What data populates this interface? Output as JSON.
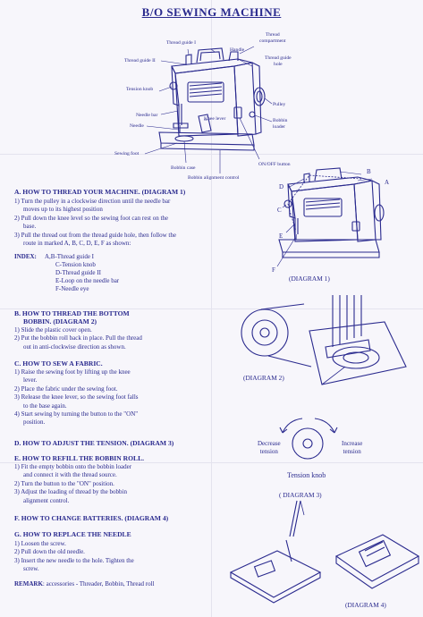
{
  "title": "B/O SEWING MACHINE",
  "diagram_top": {
    "labels": {
      "thread_guide_1": "Thread guide I",
      "handle": "Handle",
      "thread_compartment": "Thread\ncompartment",
      "thread_guide_2": "Thread guide II",
      "thread_guide_hole": "Thread guide\nhole",
      "tension_knob": "Tension knob",
      "pulley": "Pulley",
      "needle_bar": "Needle bar",
      "knee_lever": "Knee lever",
      "needle": "Needle",
      "bobbin_loader": "Bobbin\nloader",
      "sewing_foot": "Sewing foot",
      "bobbin_case": "Bobbin case",
      "on_off_button": "ON/OFF button",
      "bobbin_alignment_control": "Bobbin alignment control"
    }
  },
  "sections": {
    "a": {
      "heading": "A. HOW TO THREAD YOUR MACHINE. (DIAGRAM 1)",
      "lines": [
        "1) Turn the pulley in a clockwise direction until the needle bar",
        "moves up to its highest position",
        "2) Pull down the knee level so the sewing foot can rest on the",
        "base.",
        "3) Pull the thread out from the thread guide hole, then follow the",
        "route in marked A, B, C, D, E, F as shown:"
      ],
      "index_label": "INDEX:",
      "index": [
        "A,B-Thread guide I",
        "C-Tension knob",
        "D-Thread guide II",
        "E-Loop on the needle bar",
        "F-Needle  eye"
      ]
    },
    "b": {
      "heading": "B. HOW TO THREAD THE BOTTOM",
      "heading2": "BOBBIN. (DIAGRAM 2)",
      "lines": [
        "1) Slide the plastic cover open.",
        "2) Put the bobbin roll back in place. Pull the thread",
        "out in anti-clockwise direction as shown."
      ]
    },
    "c": {
      "heading": "C. HOW TO SEW A FABRIC.",
      "lines": [
        "1) Raise the sewing  foot by lifting up the knee",
        "lever.",
        "2) Place the fabric under the sewing foot.",
        "3) Release the knee lever, so the  sewing  foot falls",
        "to the base again.",
        "4) Start sewing by turning the button to the \"ON\"",
        "position."
      ]
    },
    "d": {
      "heading": "D. HOW TO ADJUST THE TENSION. (DIAGRAM 3)"
    },
    "e": {
      "heading": "E. HOW TO REFILL THE BOBBIN ROLL.",
      "lines": [
        "1)  Fit the empty bobbin onto the bobbin loader",
        "and connect it with the thread source.",
        "2) Turn the button to the \"ON\" position.",
        "3) Adjust the loading of thread by the bobbin",
        "alignment control."
      ]
    },
    "f": {
      "heading": "F. HOW TO CHANGE BATTERIES. (DIAGRAM 4)"
    },
    "g": {
      "heading": "G. HOW TO REPLACE THE NEEDLE",
      "lines": [
        "1) Loosen the screw.",
        "2) Pull down the old needle.",
        "3) Insert the new needle to the hole. Tighten the",
        "screw."
      ]
    },
    "remark": {
      "label": "REMARK",
      "text": ": accessories - Threader, Bobbin, Thread roll"
    }
  },
  "diagram1": {
    "caption": "(DIAGRAM 1)",
    "letters": {
      "a": "A",
      "b": "B",
      "c": "C",
      "d": "D",
      "e": "E",
      "f": "F"
    }
  },
  "diagram2": {
    "caption": "(DIAGRAM 2)"
  },
  "diagram3": {
    "decrease": "Decrease\ntension",
    "increase": "Increase\ntension",
    "knob": "Tension knob",
    "caption": "( DIAGRAM 3)"
  },
  "diagram4": {
    "caption": "(DIAGRAM 4)"
  },
  "colors": {
    "ink": "#2a2a8e",
    "paper": "#f7f6fb"
  }
}
